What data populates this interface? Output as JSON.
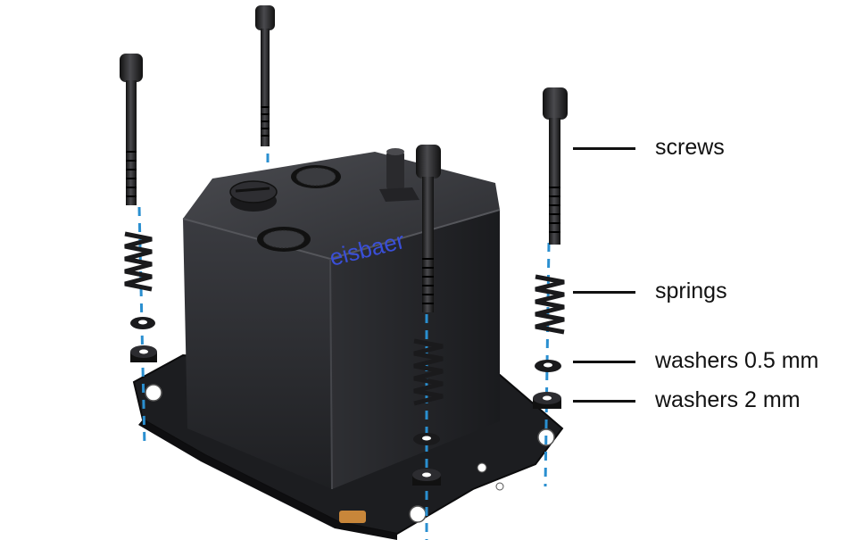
{
  "diagram": {
    "brand_mark": "eisbaer",
    "labels": {
      "screws": "screws",
      "springs": "springs",
      "washers_thin": "washers 0.5 mm",
      "washers_thick": "washers 2 mm"
    },
    "colors": {
      "guide_line": "#2a8fd0",
      "body": "#2b2c30",
      "logo": "#3a4fd8",
      "copper": "#c8863a"
    }
  }
}
